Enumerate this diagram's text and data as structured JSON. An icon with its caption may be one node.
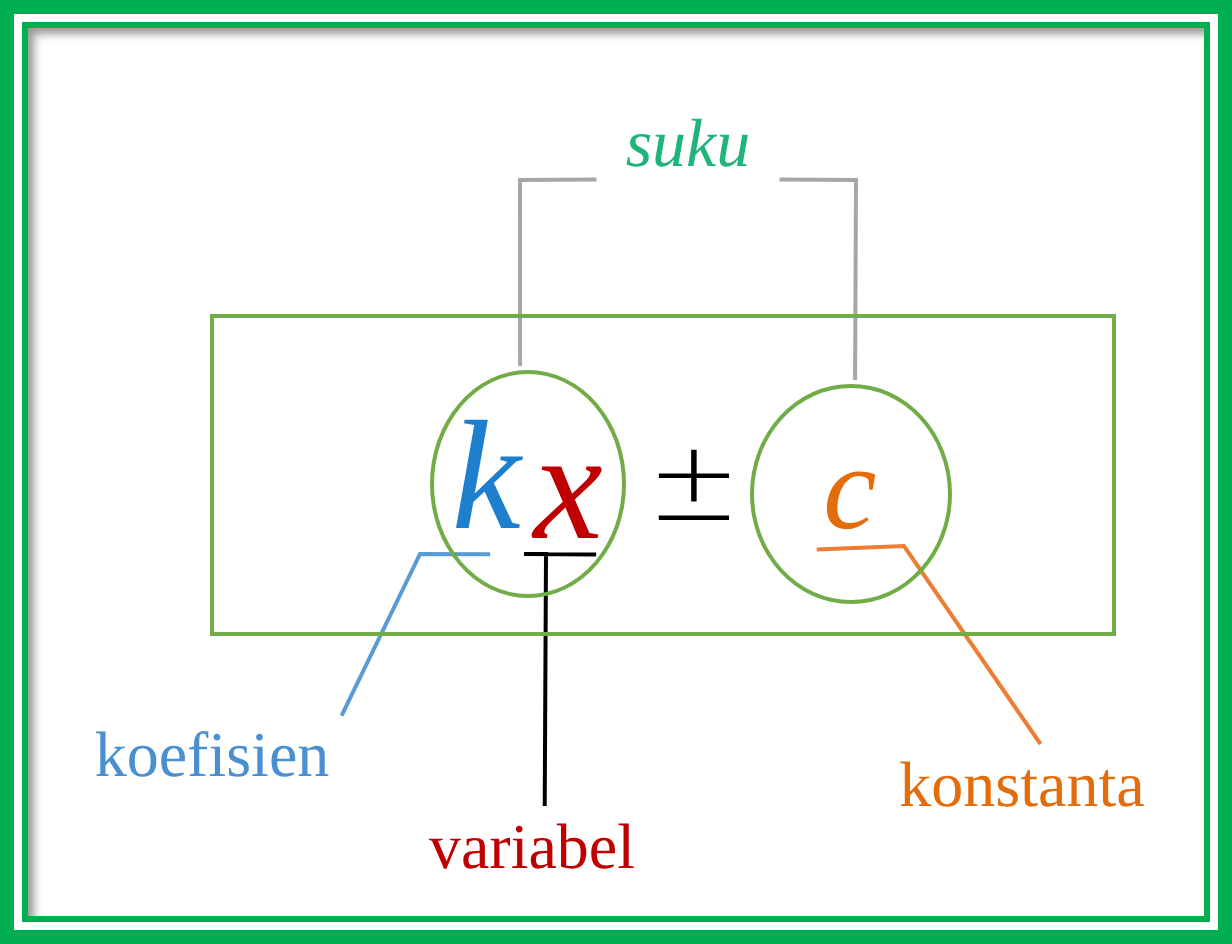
{
  "diagram": {
    "nodes": [
      {
        "text": [
          "suku"
        ]
      },
      {
        "text": [
          "±"
        ]
      },
      {
        "text": [],
        "shape": "circle",
        "in": 1
      },
      {
        "text": [
          "k"
        ],
        "in": 2
      },
      {
        "text": [
          "x"
        ],
        "in": 2
      },
      {
        "text": [
          "c"
        ],
        "in": 1
      },
      {
        "text": [
          "koefisien"
        ]
      },
      {
        "text": [
          "variabel"
        ]
      },
      {
        "text": [
          "konstanta"
        ]
      }
    ],
    "edges": [
      {
        "from": 0,
        "to": 2,
        "arrow": "none",
        "color": "#a6a6a6"
      },
      {
        "from": 0,
        "to": 5,
        "arrow": "none",
        "color": "#a6a6a6"
      },
      {
        "from": 6,
        "to": 3,
        "arrow": "none",
        "color": "#5b9bd5"
      },
      {
        "from": 7,
        "to": 4,
        "arrow": "none",
        "color": "#000000"
      },
      {
        "from": 8,
        "to": 5,
        "arrow": "none",
        "color": "#ed7d31"
      }
    ]
  }
}
